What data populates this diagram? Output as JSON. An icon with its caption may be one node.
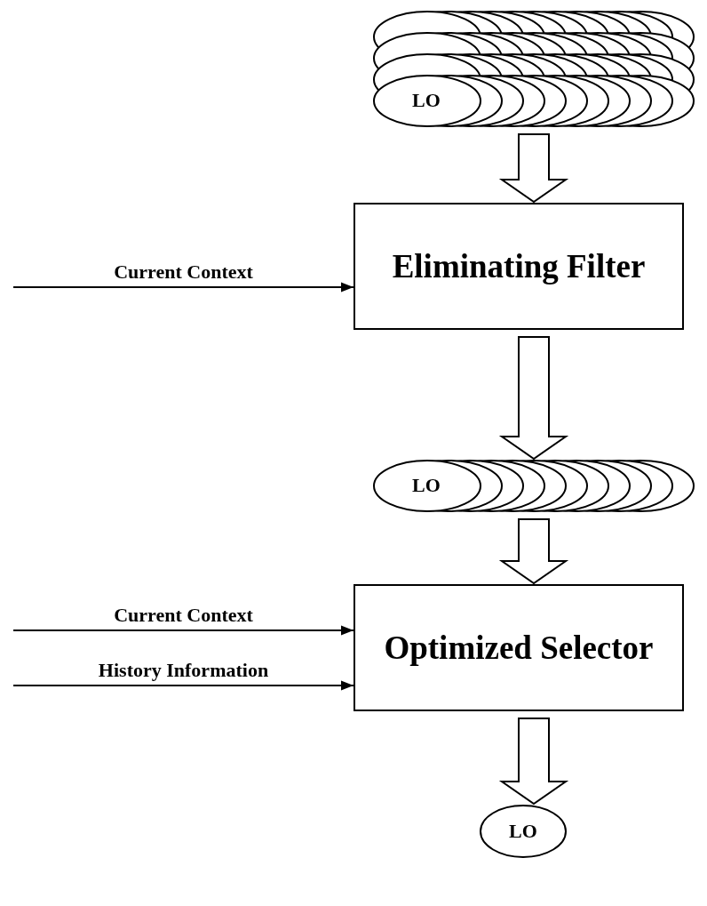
{
  "diagram": {
    "nodes": [
      {
        "text": [
          "LO"
        ]
      },
      {
        "text": [
          "Eliminating Filter"
        ]
      },
      {
        "text": [
          "LO"
        ]
      },
      {
        "text": [
          "Optimized Selector"
        ]
      },
      {
        "text": [
          "LO"
        ]
      }
    ],
    "edges": [
      {
        "from": 0,
        "to": 1,
        "arrow": "to",
        "style": "thick"
      },
      {
        "from": null,
        "to": 1,
        "arrow": "to",
        "label": "Current Context"
      },
      {
        "from": 1,
        "to": 2,
        "arrow": "to",
        "style": "thick"
      },
      {
        "from": 2,
        "to": 3,
        "arrow": "to",
        "style": "thick"
      },
      {
        "from": null,
        "to": 3,
        "arrow": "to",
        "label": "Current Context"
      },
      {
        "from": null,
        "to": 3,
        "arrow": "to",
        "label": "History Information"
      },
      {
        "from": 3,
        "to": 4,
        "arrow": "to",
        "style": "thick"
      }
    ]
  }
}
